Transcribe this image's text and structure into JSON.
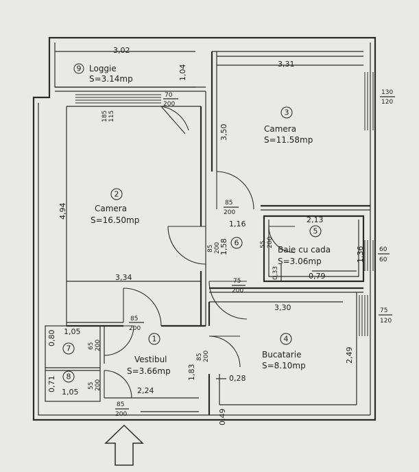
{
  "rooms": {
    "r1": {
      "num": "1",
      "name": "Vestibul",
      "area": "S=3.66mp"
    },
    "r2": {
      "num": "2",
      "name": "Camera",
      "area": "S=16.50mp"
    },
    "r3": {
      "num": "3",
      "name": "Camera",
      "area": "S=11.58mp"
    },
    "r4": {
      "num": "4",
      "name": "Bucatarie",
      "area": "S=8.10mp"
    },
    "r5": {
      "num": "5",
      "name": "Baie cu cada",
      "area": "S=3.06mp"
    },
    "r6": {
      "num": "6"
    },
    "r7": {
      "num": "7"
    },
    "r8": {
      "num": "8"
    },
    "r9": {
      "num": "9",
      "name": "Loggie",
      "area": "S=3.14mp"
    }
  },
  "dimensions": {
    "loggia_width": "3,02",
    "loggia_depth": "1,04",
    "room3_width": "3,31",
    "room3_depth": "3,50",
    "room2_depth": "4,94",
    "room2_width": "3,34",
    "hall6_width": "1,16",
    "hall6_depth": "1,58",
    "bath_width": "2,13",
    "bath_depth": "1,36",
    "bath_inner": "0,79",
    "bath_left": "0,33",
    "kitchen_width": "3,30",
    "kitchen_depth": "2,49",
    "vest_width": "2,24",
    "vest_depth": "1,83",
    "k_small": "0,28",
    "outer_small": "0,49",
    "r7_width": "1,05",
    "r8_width": "1,05",
    "r7_depth": "0,80",
    "r8_depth": "0,71"
  },
  "openings": {
    "loggia_door_w": "70",
    "loggia_door_h": "200",
    "loggia_win_w": "185",
    "loggia_win_h": "115",
    "win3_w": "130",
    "win3_h": "120",
    "door3_w": "85",
    "door3_h": "200",
    "door2_w": "85",
    "door2_h": "200",
    "door6a_w": "85",
    "door6a_h": "200",
    "door5_w": "55",
    "door5_h": "200",
    "win5_w": "60",
    "win5_h": "60",
    "door4_w": "75",
    "door4_h": "200",
    "win4_w": "75",
    "win4_h": "120",
    "door1_w": "85",
    "door1_h": "200",
    "door7_w": "65",
    "door7_h": "200",
    "door4b_w": "85",
    "door4b_h": "200",
    "door8_w": "55",
    "door8_h": "200",
    "entry_w": "85",
    "entry_h": "200"
  }
}
